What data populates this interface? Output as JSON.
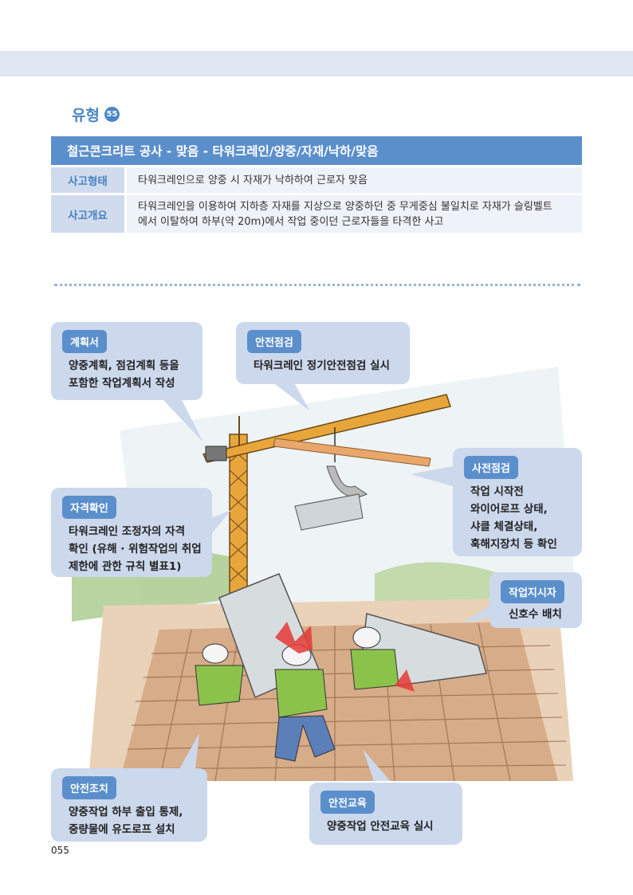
{
  "type_heading": {
    "word": "유형",
    "number": "55"
  },
  "title_bar": "철근콘크리트 공사 - 맞음 - 타워크레인/양중/자재/낙하/맞음",
  "info": {
    "rows": [
      {
        "label": "사고형태",
        "lines": [
          "타워크레인으로 양중 시 자재가 낙하하여 근로자 맞음"
        ]
      },
      {
        "label": "사고개요",
        "lines": [
          "타워크레인을 이용하여 지하층 자재를 지상으로 양중하던 중 무게중심 불일치로 자재가 슬링벨트",
          "에서 이탈하여 하부(약 20m)에서 작업 중이던 근로자들을 타격한 사고"
        ]
      }
    ]
  },
  "callouts": {
    "plan": {
      "tag": "계획서",
      "lines": [
        "양중계획, 점검계획 등을",
        "포함한 작업계획서 작성"
      ]
    },
    "inspection": {
      "tag": "안전점검",
      "lines": [
        "타워크레인 정기안전점검 실시"
      ]
    },
    "precheck": {
      "tag": "사전점검",
      "lines": [
        "작업 시작전",
        "와이어로프 상태,",
        "샤클 체결상태,",
        "훅해지장치 등 확인"
      ]
    },
    "qualification": {
      "tag": "자격확인",
      "lines": [
        "타워크레인 조정자의 자격",
        "확인 (유해 · 위험작업의 취업",
        "제한에 관한 규칙 별표1)"
      ]
    },
    "supervisor": {
      "tag": "작업지시자",
      "lines": [
        "신호수 배치"
      ]
    },
    "measures": {
      "tag": "안전조치",
      "lines": [
        "양중작업 하부 출입 통제,",
        "중량물에 유도로프 설치"
      ]
    },
    "education": {
      "tag": "안전교육",
      "lines": [
        "양중작업 안전교육 실시"
      ]
    }
  },
  "page_number": "055",
  "colors": {
    "accent": "#5b8fcc",
    "callout_bg": "#ccd8ec",
    "band": "#dfe6f4",
    "crane": "#e8a63a"
  }
}
